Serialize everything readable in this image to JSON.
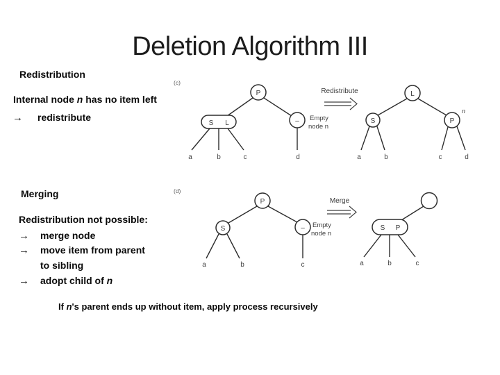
{
  "title": "Deletion Algorithm III",
  "glyphs": {
    "arrow_bullet": "→"
  },
  "sections": {
    "redistribution": {
      "heading": "Redistribution",
      "line_pre": "Internal node ",
      "line_em": "n",
      "line_post": " has no item left",
      "action": "redistribute"
    },
    "merging": {
      "heading": "Merging",
      "intro": "Redistribution not possible:",
      "bullet1": "merge node",
      "bullet2": "move item from parent",
      "bullet2_cont": "to sibling",
      "bullet3_pre": "adopt child of ",
      "bullet3_em": "n"
    },
    "footer": {
      "pre": "If ",
      "em": "n",
      "post": "'s parent ends up without item, apply process recursively"
    }
  },
  "diagram_c": {
    "panel_label": "(c)",
    "action_label": "Redistribute",
    "empty_note": {
      "line1": "Empty",
      "line2": "node n"
    },
    "before": {
      "root": "P",
      "pill": [
        "S",
        "L"
      ],
      "empty_symbol": "–",
      "leaves": [
        "a",
        "b",
        "c",
        "d"
      ]
    },
    "after": {
      "root": "L",
      "children": [
        "S",
        "P"
      ],
      "n_label": "n",
      "leaves": [
        "a",
        "b",
        "c",
        "d"
      ]
    }
  },
  "diagram_d": {
    "panel_label": "(d)",
    "action_label": "Merge",
    "empty_note": {
      "line1": "Empty",
      "line2": "node n"
    },
    "before": {
      "root": "P",
      "left_child": "S",
      "empty_symbol": "–",
      "leaves": [
        "a",
        "b",
        "c"
      ]
    },
    "after": {
      "pill": [
        "S",
        "P"
      ],
      "leaves": [
        "a",
        "b",
        "c"
      ]
    }
  },
  "colors": {
    "empty_node_fill": "#b9b9b9",
    "line": "#2d2d2d",
    "diagram_text": "#3d3d3d"
  }
}
